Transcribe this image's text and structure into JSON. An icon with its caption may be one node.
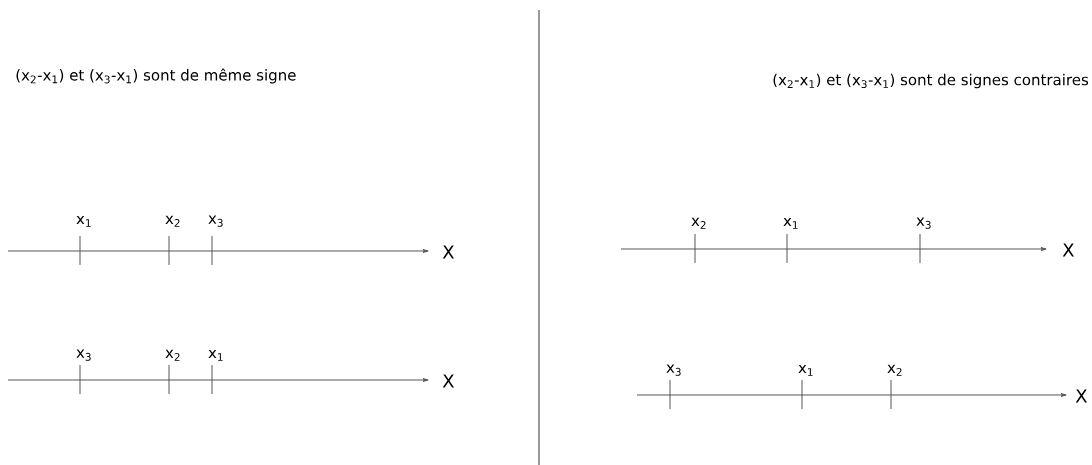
{
  "diagram": {
    "labels": [
      "(x$_{2}$-x$_{1}$) et (x$_{3}$-x$_{1}$) sont de même signe",
      "(x$_{2}$-x$_{1}$) et (x$_{3}$-x$_{1}$) sont de signes contraires",
      "x$_{1}$",
      "x$_{2}$",
      "x$_{3}$",
      "X",
      "x$_{2}$",
      "x$_{1}$",
      "x$_{3}$",
      "X",
      "x$_{3}$",
      "x$_{2}$",
      "x$_{1}$",
      "X",
      "x$_{3}$",
      "x$_{1}$",
      "x$_{2}$",
      "X"
    ]
  }
}
